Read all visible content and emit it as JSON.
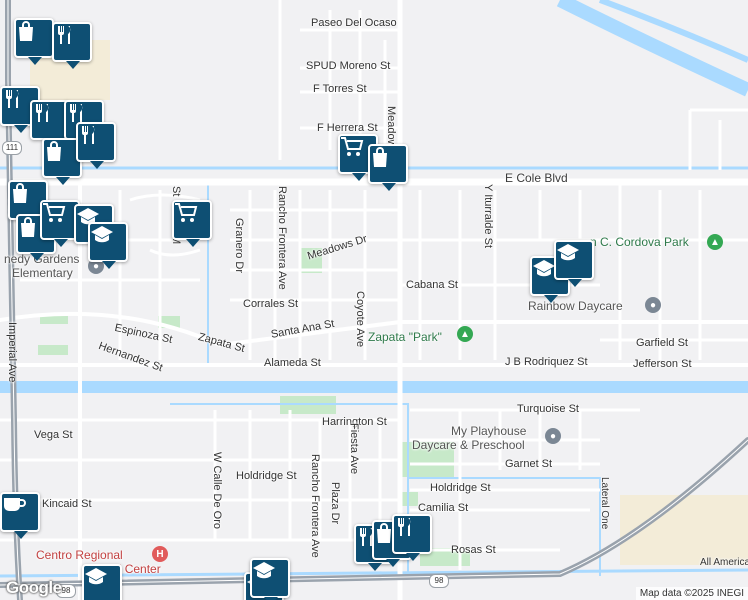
{
  "streets": {
    "paseo_del_ocaso": "Paseo Del Ocaso",
    "spud_moreno": "SPUD Moreno St",
    "f_torres": "F Torres St",
    "f_herrera": "F Herrera St",
    "meadows_v": "Meadow",
    "e_cole": "E Cole Blvd",
    "y_iturralde": "Y Iturralde St",
    "rancho_frontera_n": "Rancho Frontera Ave",
    "granero": "Granero Dr",
    "meadows_dr": "Meadows Dr",
    "m_st": "M",
    "st_frag": "St",
    "cabana": "Cabana St",
    "corrales": "Corrales St",
    "santa_ana": "Santa Ana St",
    "coyote": "Coyote Ave",
    "espinoza": "Espinoza St",
    "zapata": "Zapata St",
    "hernandez": "Hernandez St",
    "alameda": "Alameda St",
    "jb_rodriquez": "J B Rodriquez St",
    "jefferson": "Jefferson St",
    "garfield": "Garfield St",
    "turquoise": "Turquoise St",
    "harrington": "Harrington St",
    "vega": "Vega St",
    "imperial": "Imperial Ave",
    "garnet": "Garnet St",
    "holdridge_w": "Holdridge St",
    "holdridge_e": "Holdridge St",
    "w_calle_de_oro": "W Calle De Oro",
    "rancho_frontera_s": "Rancho Frontera Ave",
    "fiesta": "Fiesta Ave",
    "plaza": "Plaza Dr",
    "kincaid": "Kincaid St",
    "camilia": "Camilia St",
    "rosas": "Rosas St",
    "lateral_one": "Lateral One",
    "all_america": "All America",
    "imperial_frag": "Ave"
  },
  "places": {
    "cordova_park": "n C. Cordova Park",
    "rainbow_daycare": "Rainbow Daycare",
    "zapata_park": "Zapata \"Park\"",
    "playhouse_1": "My Playhouse",
    "playhouse_2": "Daycare & Preschool",
    "kennedy_1": "nedy Gardens",
    "kennedy_2": "Elementary",
    "hospital": "Centro Regional",
    "hospital_2": "edical Center"
  },
  "routes": {
    "r111": "111",
    "r98": "98",
    "r98b": "98"
  },
  "attribution": "Map data ©2025 INEGI",
  "logo": "Google",
  "colors": {
    "canal": "#aadaff",
    "road": "#ffffff",
    "park": "#c7e9c9",
    "highway": "#9aa3ad",
    "marker": "#0e4f73"
  },
  "markers": [
    {
      "icon": "shopping-bag-icon"
    },
    {
      "icon": "restaurant-icon"
    },
    {
      "icon": "restaurant-icon"
    },
    {
      "icon": "restaurant-icon"
    },
    {
      "icon": "restaurant-icon"
    },
    {
      "icon": "shopping-bag-icon"
    },
    {
      "icon": "restaurant-icon"
    },
    {
      "icon": "shopping-bag-icon"
    },
    {
      "icon": "shopping-bag-icon"
    },
    {
      "icon": "shopping-cart-icon"
    },
    {
      "icon": "school-icon"
    },
    {
      "icon": "school-icon"
    },
    {
      "icon": "shopping-cart-icon"
    },
    {
      "icon": "shopping-cart-icon"
    },
    {
      "icon": "shopping-bag-icon"
    },
    {
      "icon": "school-icon"
    },
    {
      "icon": "school-icon"
    },
    {
      "icon": "restaurant-icon"
    },
    {
      "icon": "shopping-bag-icon"
    },
    {
      "icon": "restaurant-icon"
    },
    {
      "icon": "coffee-icon"
    },
    {
      "icon": "school-icon"
    },
    {
      "icon": "school-icon"
    },
    {
      "icon": "school-icon"
    }
  ]
}
